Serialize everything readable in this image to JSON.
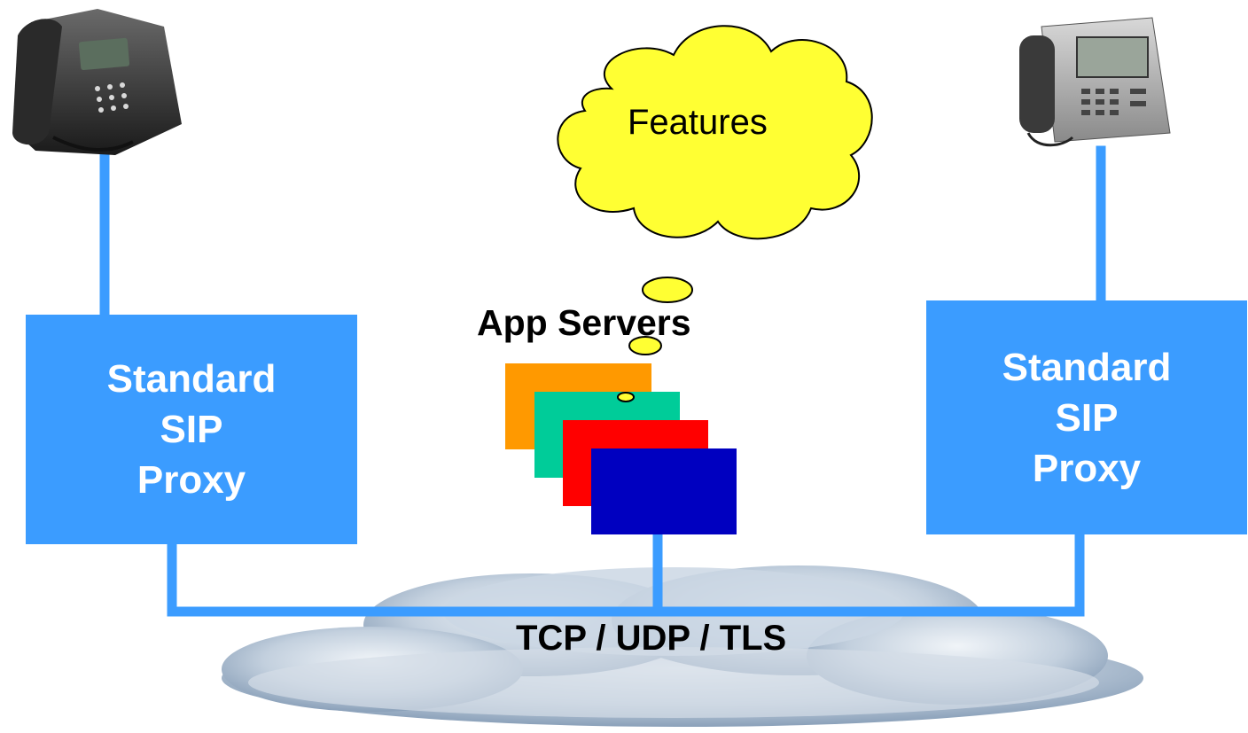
{
  "diagram": {
    "features_label": "Features",
    "app_servers_label": "App Servers",
    "network_label": "TCP / UDP / TLS",
    "left_proxy": {
      "lines": [
        "Standard",
        "SIP",
        "Proxy"
      ]
    },
    "right_proxy": {
      "lines": [
        "Standard",
        "SIP",
        "Proxy"
      ]
    },
    "colors": {
      "proxy_fill": "#3b9cff",
      "connector_line": "#3b9cff",
      "features_cloud": "#ffff33",
      "network_cloud": "#b7c6d8",
      "app_server_orange": "#ff9900",
      "app_server_green": "#00cc99",
      "app_server_red": "#ff0000",
      "app_server_blue": "#0000c0"
    },
    "icons": {
      "left_device": "desk-phone-icon",
      "right_device": "ip-phone-icon"
    }
  }
}
